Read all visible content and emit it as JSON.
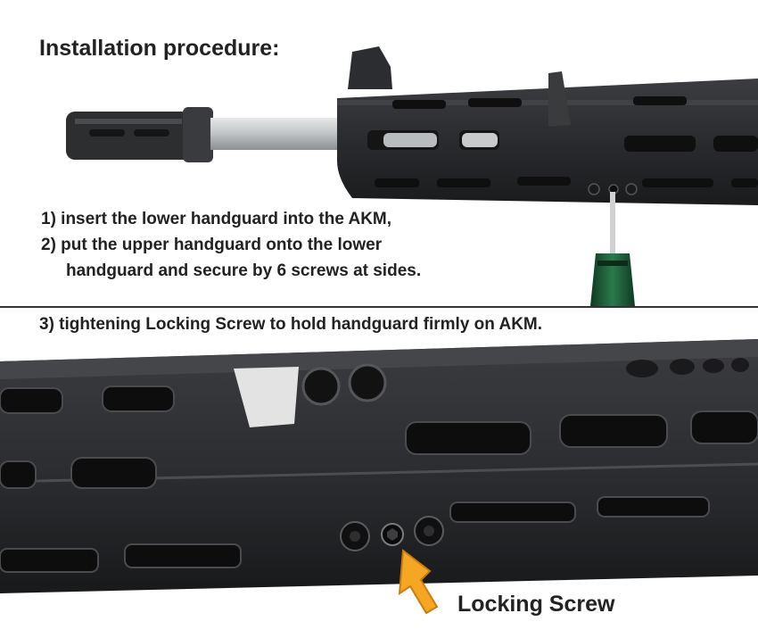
{
  "title": "Installation procedure:",
  "steps": [
    {
      "text": "1) insert the lower handguard into the AKM,"
    },
    {
      "text": "2) put the upper handguard onto the lower",
      "continuation": "handguard and secure by 6 screws at sides."
    }
  ],
  "step3": "3) tightening Locking Screw to hold handguard firmly on AKM.",
  "callout_label": "Locking Screw",
  "colors": {
    "rail_metal": "#2a2b2d",
    "rail_highlight": "#4a4b4e",
    "barrel": "#c9cbcc",
    "screwdriver_handle": "#1f5f3a",
    "arrow": "#f5a623"
  },
  "icons": [
    "flash-hider-icon",
    "screwdriver-icon",
    "locking-screw-icon",
    "arrow-up-left-icon"
  ]
}
